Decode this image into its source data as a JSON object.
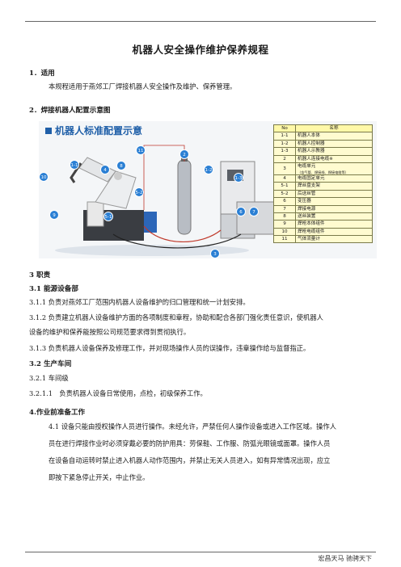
{
  "title": "机器人安全操作维护保养规程",
  "sections": {
    "s1_heading": "1．适用",
    "s1_text": "本规程适用于燕郊工厂焊接机器人安全操作及维护、保养管理。",
    "s2_heading": "2．焊接机器人配置示意图",
    "s3_heading": "3 职责",
    "s31_heading": "3.1 能源设备部",
    "s311": "3.1.1 负责对燕郊工厂范围内机器人设备维护的归口管理和统一计划安排。",
    "s312_a": "3.1.2 负责建立机器人设备维护方面的各项制度和章程，协助和配合各部门强化责任意识，使机器人",
    "s312_b": "设备的维护和保养能按照公司规范要求得到贯彻执行。",
    "s313": "3.1.3 负责机器人设备保养及修理工作，并对现场操作人员的误操作，违章操作给与监督指正。",
    "s32_heading": "3.2 生产车间",
    "s321": "3.2.1 车间级",
    "s3211": "3.2.1.1　负责机器人设备日常使用，点检，初级保养工作。",
    "s4_heading": "4.作业前准备工作",
    "s41_a": "4.1 设备只能由授权操作人员进行操作。未经允许，严禁任何人操作设备或进入工作区域。操作人",
    "s41_b": "员在进行焊接作业时必须穿戴必要的防护用具：劳保鞋、工作服、防弧光眼镜或面罩。操作人员",
    "s41_c": "在设备自动运转时禁止进入机器人动作范围内，并禁止无关人员进入，如有异常情况出现，应立",
    "s41_d": "即按下紧急停止开关，中止作业。"
  },
  "figure": {
    "title": "机器人标准配置示意",
    "header_no": "No",
    "header_name": "名称",
    "rows": [
      {
        "no": "1-1",
        "name": "机器人本体"
      },
      {
        "no": "1-2",
        "name": "机器人控制器"
      },
      {
        "no": "1-3",
        "name": "机器人示教器"
      },
      {
        "no": "2",
        "name": "机器人连接电缆※"
      },
      {
        "no": "3",
        "name": "电缆单元",
        "sub": "（含气管、焊接线、焊接电缆等）"
      },
      {
        "no": "4",
        "name": "电缆固定单元"
      },
      {
        "no": "5-1",
        "name": "焊丝盘支架"
      },
      {
        "no": "5-2",
        "name": "后送丝管"
      },
      {
        "no": "6",
        "name": "变压器"
      },
      {
        "no": "7",
        "name": "焊接电源"
      },
      {
        "no": "8",
        "name": "送丝装置"
      },
      {
        "no": "9",
        "name": "焊枪本体组件"
      },
      {
        "no": "10",
        "name": "焊枪电缆组件"
      },
      {
        "no": "11",
        "name": "气体流量计"
      }
    ],
    "callouts": [
      "10",
      "1-1",
      "4",
      "8",
      "11",
      "2",
      "1-2",
      "1-3",
      "5-2",
      "5-1",
      "9",
      "6",
      "7",
      "3"
    ],
    "colors": {
      "accent": "#1f5fa8",
      "callout": "#2a7fd4",
      "legend_header": "#fff8a8",
      "legend_cell": "#fffbd0",
      "cable": "#c0392b"
    }
  },
  "footer": "宏昌天马 驰骋天下"
}
